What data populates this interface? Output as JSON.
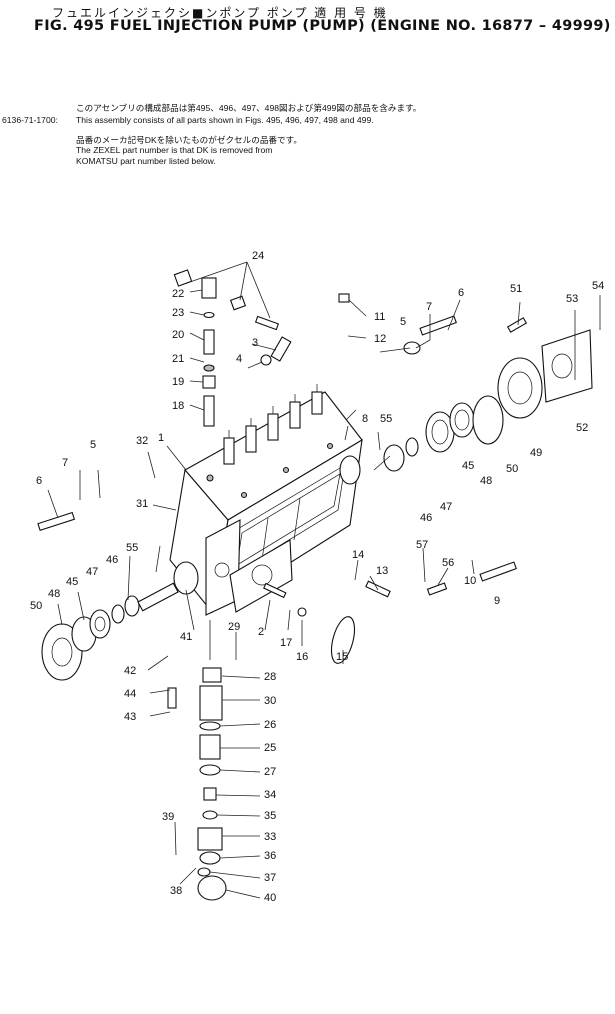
{
  "header": {
    "title_jp": "フュエルインジェクシ■ンポンプ ポンプ  適 用 号 機",
    "title_en": "FIG. 495  FUEL INJECTION PUMP (PUMP) (ENGINE NO. 16877 – 49999)"
  },
  "notes": {
    "line1_jp": "このアセンブリの構成部品は第495、496、497、498図および第499図の部品を含みます。",
    "assembly_code": "6136-71-1700:",
    "line1_en": "This assembly consists of all parts shown in Figs. 495, 496, 497, 498 and 499.",
    "line2_jp": "品番のメーカ記号DKを除いたものがゼクセルの品番です。",
    "line2_en": "The ZEXEL part number is that DK is removed from",
    "line3_en": "KOMATSU part number listed below."
  },
  "callouts": [
    {
      "id": "c24",
      "text": "24"
    },
    {
      "id": "c22",
      "text": "22"
    },
    {
      "id": "c23",
      "text": "23"
    },
    {
      "id": "c20",
      "text": "20"
    },
    {
      "id": "c21",
      "text": "21"
    },
    {
      "id": "c19",
      "text": "19"
    },
    {
      "id": "c18",
      "text": "18"
    },
    {
      "id": "c3",
      "text": "3"
    },
    {
      "id": "c4",
      "text": "4"
    },
    {
      "id": "c11",
      "text": "11"
    },
    {
      "id": "c12",
      "text": "12"
    },
    {
      "id": "c7a",
      "text": "7"
    },
    {
      "id": "c6a",
      "text": "6"
    },
    {
      "id": "c5a",
      "text": "5"
    },
    {
      "id": "c51",
      "text": "51"
    },
    {
      "id": "c53",
      "text": "53"
    },
    {
      "id": "c54",
      "text": "54"
    },
    {
      "id": "c8",
      "text": "8"
    },
    {
      "id": "c55a",
      "text": "55"
    },
    {
      "id": "c52",
      "text": "52"
    },
    {
      "id": "c49",
      "text": "49"
    },
    {
      "id": "c50a",
      "text": "50"
    },
    {
      "id": "c48a",
      "text": "48"
    },
    {
      "id": "c45a",
      "text": "45"
    },
    {
      "id": "c47a",
      "text": "47"
    },
    {
      "id": "c46a",
      "text": "46"
    },
    {
      "id": "c1",
      "text": "1"
    },
    {
      "id": "c32",
      "text": "32"
    },
    {
      "id": "c5b",
      "text": "5"
    },
    {
      "id": "c7b",
      "text": "7"
    },
    {
      "id": "c6b",
      "text": "6"
    },
    {
      "id": "c31",
      "text": "31"
    },
    {
      "id": "c55b",
      "text": "55"
    },
    {
      "id": "c46b",
      "text": "46"
    },
    {
      "id": "c47b",
      "text": "47"
    },
    {
      "id": "c45b",
      "text": "45"
    },
    {
      "id": "c48b",
      "text": "48"
    },
    {
      "id": "c50b",
      "text": "50"
    },
    {
      "id": "c41",
      "text": "41"
    },
    {
      "id": "c42",
      "text": "42"
    },
    {
      "id": "c44",
      "text": "44"
    },
    {
      "id": "c43",
      "text": "43"
    },
    {
      "id": "c57",
      "text": "57"
    },
    {
      "id": "c56",
      "text": "56"
    },
    {
      "id": "c10",
      "text": "10"
    },
    {
      "id": "c9",
      "text": "9"
    },
    {
      "id": "c14",
      "text": "14"
    },
    {
      "id": "c13",
      "text": "13"
    },
    {
      "id": "c2",
      "text": "2"
    },
    {
      "id": "c17",
      "text": "17"
    },
    {
      "id": "c16",
      "text": "16"
    },
    {
      "id": "c15",
      "text": "15"
    },
    {
      "id": "c29",
      "text": "29"
    },
    {
      "id": "c28",
      "text": "28"
    },
    {
      "id": "c30",
      "text": "30"
    },
    {
      "id": "c26",
      "text": "26"
    },
    {
      "id": "c25",
      "text": "25"
    },
    {
      "id": "c27",
      "text": "27"
    },
    {
      "id": "c34",
      "text": "34"
    },
    {
      "id": "c35",
      "text": "35"
    },
    {
      "id": "c39",
      "text": "39"
    },
    {
      "id": "c33",
      "text": "33"
    },
    {
      "id": "c36",
      "text": "36"
    },
    {
      "id": "c37",
      "text": "37"
    },
    {
      "id": "c38",
      "text": "38"
    },
    {
      "id": "c40",
      "text": "40"
    }
  ]
}
